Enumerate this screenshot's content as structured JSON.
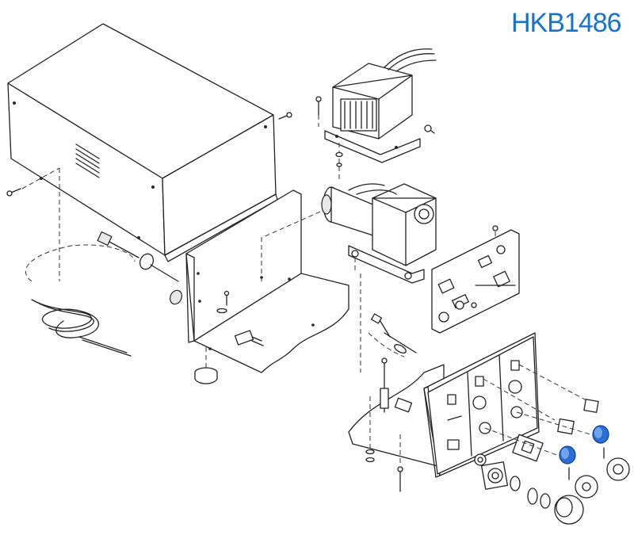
{
  "title": "HKB1486",
  "colors": {
    "title": "#1a73c8",
    "highlight_knob": "#2a6fd6",
    "line": "#222222"
  },
  "parts": [
    "cover-case",
    "transformer",
    "pump-motor-assembly",
    "chassis-side-panel",
    "pcb-board",
    "front-panel",
    "power-cord",
    "fuse-holder",
    "rubber-foot",
    "knob-blue",
    "rocker-switch",
    "connector-socket"
  ]
}
